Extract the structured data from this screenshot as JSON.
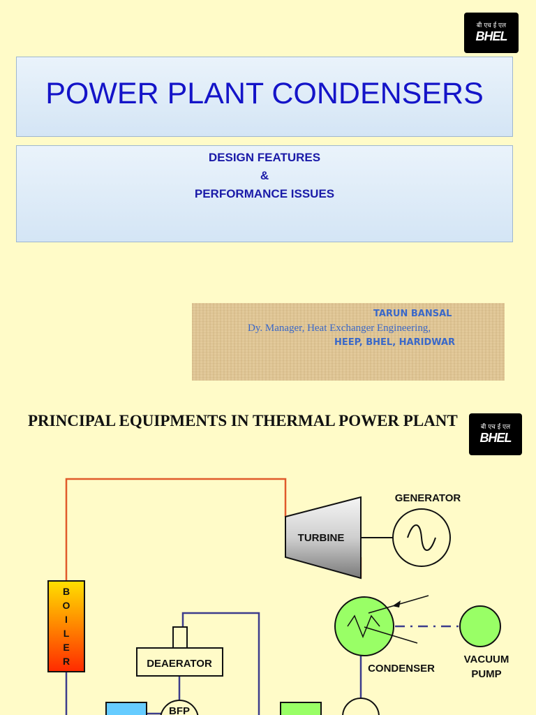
{
  "logo": {
    "hindi": "बी एच ई एल",
    "mark": "BHEL"
  },
  "slide1": {
    "title": "POWER PLANT CONDENSERS",
    "subtitle_line1": "DESIGN FEATURES",
    "subtitle_line2": "&",
    "subtitle_line3": "PERFORMANCE ISSUES",
    "author_name": "TARUN BANSAL",
    "author_designation": "Dy. Manager, Heat Exchanger Engineering,",
    "author_org": "HEEP, BHEL, HARIDWAR"
  },
  "slide2": {
    "title": "PRINCIPAL EQUIPMENTS IN THERMAL POWER PLANT"
  },
  "diagram": {
    "generator": "GENERATOR",
    "turbine": "TURBINE",
    "boiler_letters": [
      "B",
      "O",
      "I",
      "L",
      "E",
      "R"
    ],
    "deaerator": "DEAERATOR",
    "condenser": "CONDENSER",
    "vacuum": "VACUUM",
    "pump": "PUMP",
    "bfp_partial": "BFP",
    "colors": {
      "steam_line": "#e05a2b",
      "water_line": "#3c3c8c",
      "condenser_fill": "#99ff66",
      "heater_fill": "#66ccff",
      "boiler_top": "#ffe000",
      "boiler_bottom": "#ff2a00"
    }
  }
}
